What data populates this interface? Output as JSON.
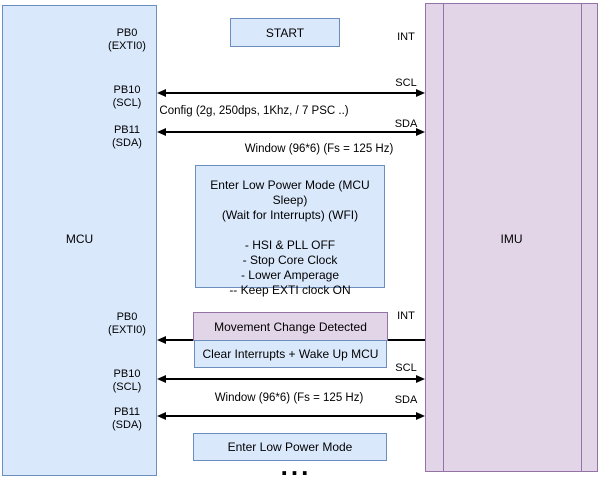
{
  "diagram": {
    "mcu": {
      "label": "MCU"
    },
    "imu": {
      "label": "IMU"
    },
    "start_box": {
      "label": "START"
    },
    "pins": [
      {
        "line1": "PB0",
        "line2": "(EXTI0)"
      },
      {
        "line1": "PB10",
        "line2": "(SCL)"
      },
      {
        "line1": "PB11",
        "line2": "(SDA)"
      },
      {
        "line1": "PB0",
        "line2": "(EXTI0)"
      },
      {
        "line1": "PB10",
        "line2": "(SCL)"
      },
      {
        "line1": "PB11",
        "line2": "(SDA)"
      }
    ],
    "bus_labels": [
      "INT",
      "SCL",
      "SDA",
      "INT",
      "SCL",
      "SDA"
    ],
    "messages": {
      "config": "Config (2g, 250dps, 1Khz, / 7 PSC ..)",
      "window_top": "Window (96*6) (Fs = 125 Hz)",
      "window_bottom": "Window (96*6) (Fs = 125 Hz)"
    },
    "sleep_box": {
      "lines": [
        "Enter Low Power Mode (MCU Sleep)",
        "(Wait for Interrupts) (WFI)",
        "",
        "- HSI & PLL OFF",
        "- Stop Core Clock",
        "- Lower Amperage",
        "-- Keep EXTI clock ON"
      ]
    },
    "movement_box": {
      "label": "Movement Change Detected"
    },
    "clear_box": {
      "label": "Clear Interrupts + Wake Up MCU"
    },
    "low_power_box": {
      "label": "Enter Low Power Mode"
    },
    "ellipsis": "...",
    "colors": {
      "blue_fill": "#dae8fc",
      "blue_border": "#6c8ebf",
      "purple_fill": "#e1d5e7",
      "purple_border": "#9673a6",
      "line": "#000000"
    }
  }
}
